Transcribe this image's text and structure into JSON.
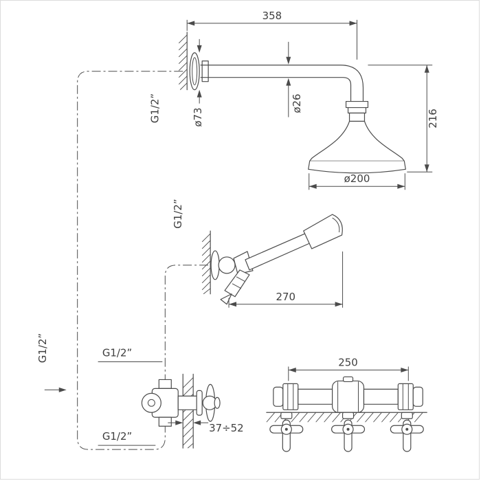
{
  "drawing": {
    "background": "#ffffff",
    "ink_color": "#4b4b4b",
    "labels": {
      "dim_arm_length": "358",
      "dim_head_height": "216",
      "dim_flange_diameter": "ø73",
      "dim_arm_diameter": "ø26",
      "dim_head_diameter": "ø200",
      "dim_handshower_length": "270",
      "dim_mixer_width": "250",
      "dim_wall_thickness_range": "37÷52",
      "thread_arm": "G1/2”",
      "thread_handset_holder": "G1/2”",
      "thread_supply": "G1/2”",
      "thread_inlet": "G1/2”",
      "thread_outlet": "G1/2”"
    }
  }
}
